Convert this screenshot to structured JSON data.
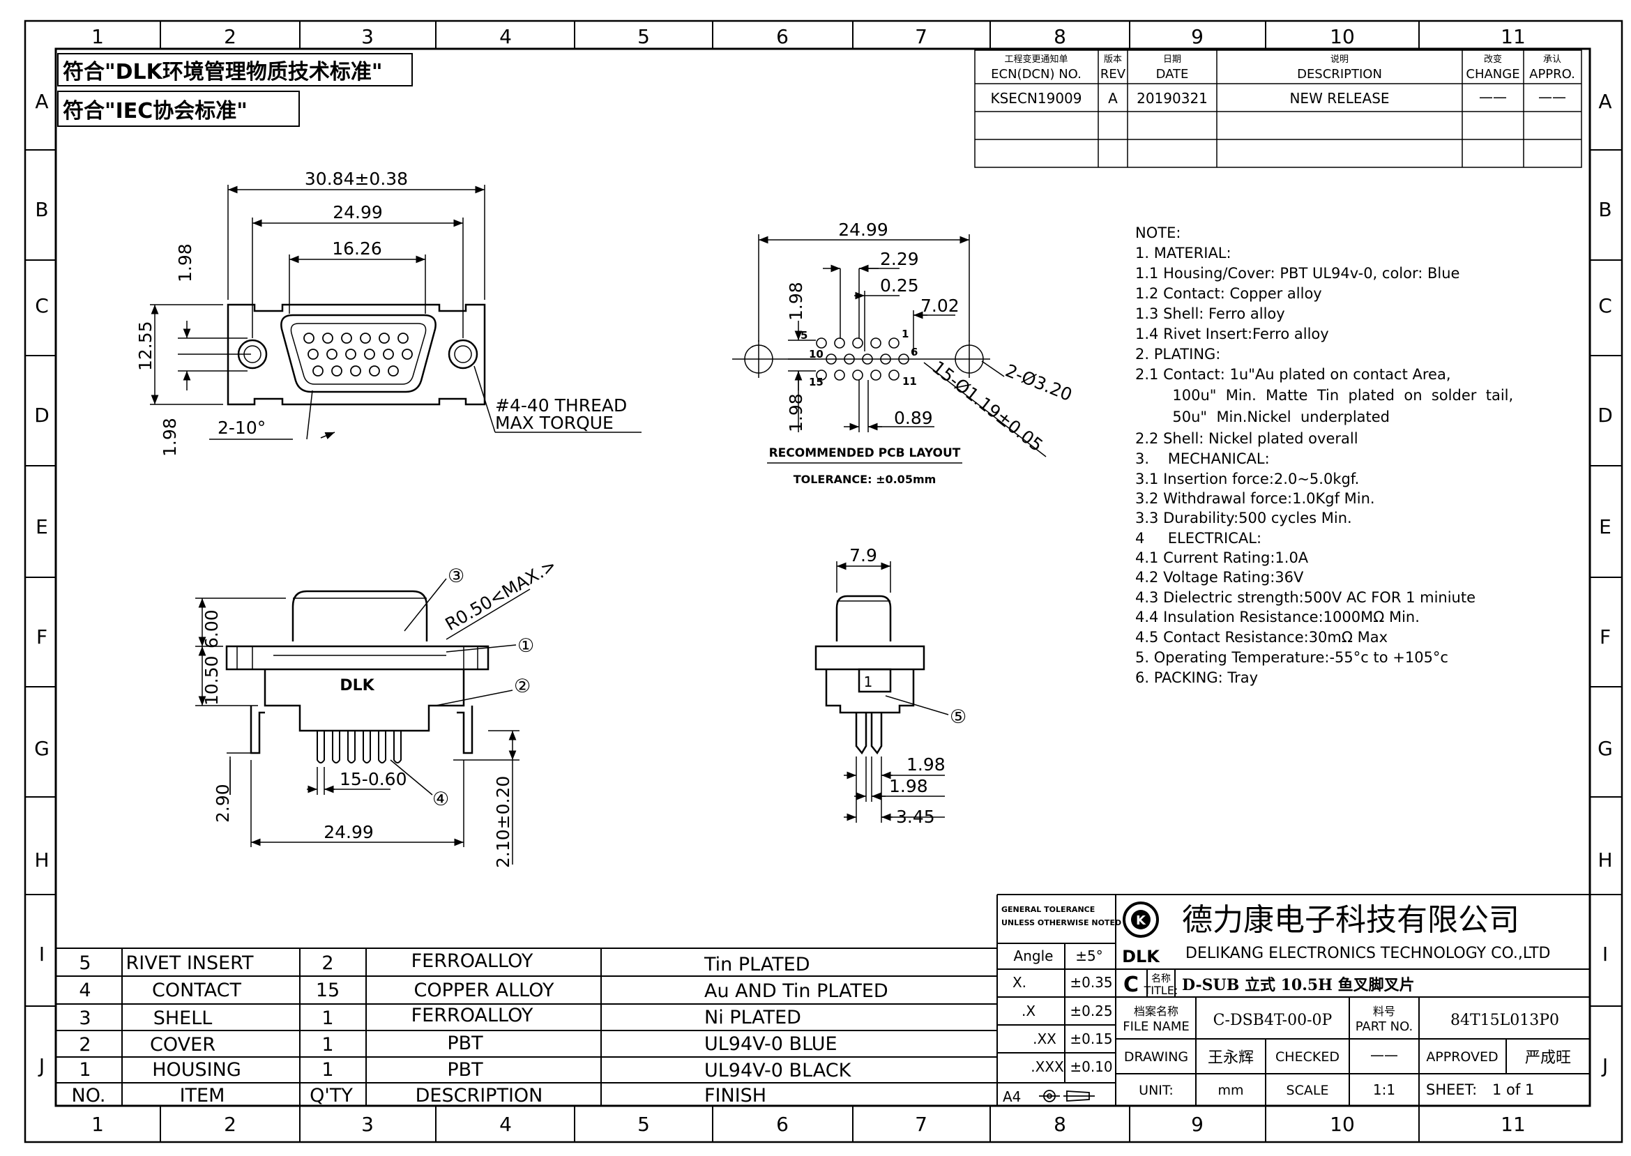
{
  "grid": {
    "columns": [
      "1",
      "2",
      "3",
      "4",
      "5",
      "6",
      "7",
      "8",
      "9",
      "10",
      "11"
    ],
    "rows": [
      "A",
      "B",
      "C",
      "D",
      "E",
      "F",
      "G",
      "H",
      "I",
      "J"
    ]
  },
  "compliance": [
    "符合\"DLK环境管理物质技术标准\"",
    "符合\"IEC协会标准\""
  ],
  "revision": {
    "headers": {
      "ecn_cn": "工程变更通知单",
      "ecn": "ECN(DCN) NO.",
      "rev_cn": "版本",
      "rev": "REV",
      "date_cn": "日期",
      "date": "DATE",
      "desc_cn": "说明",
      "desc": "DESCRIPTION",
      "change_cn": "改变",
      "change": "CHANGE",
      "appro_cn": "承认",
      "appro": "APPRO."
    },
    "row": {
      "ecn": "KSECN19009",
      "rev": "A",
      "date": "20190321",
      "desc": "NEW RELEASE",
      "change": "——",
      "appro": "——"
    }
  },
  "front_view": {
    "dim_overall": "30.84±0.38",
    "dim_mount": "24.99",
    "dim_shell": "16.26",
    "dim_198_top": "1.98",
    "dim_height": "12.55",
    "dim_198_bottom": "1.98",
    "angle": "2-10°",
    "thread": [
      "#4-40 THREAD",
      "MAX TORQUE"
    ]
  },
  "pcb_layout": {
    "dim_width": "24.99",
    "dim_229": "2.29",
    "dim_025": "0.25",
    "dim_702": "7.02",
    "dim_198_a": "1.98",
    "dim_198_b": "1.98",
    "dim_089": "0.89",
    "holes": "15-Ø1.19±0.05",
    "mount": "2-Ø3.20",
    "pins": [
      "5",
      "1",
      "10",
      "6",
      "15",
      "11"
    ],
    "title": "RECOMMENDED PCB LAYOUT",
    "tolerance": "TOLERANCE: ±0.05mm"
  },
  "side_view": {
    "dim_600": "6.00",
    "dim_1050": "10.50",
    "dim_290": "2.90",
    "radius": "R0.50<MAX.>",
    "pitch": "15-0.60",
    "width": "24.99",
    "tail": "2.10±0.20",
    "logo": "DLK",
    "callouts": [
      "①",
      "②",
      "③",
      "④",
      "⑤"
    ]
  },
  "end_view": {
    "dim_79": "7.9",
    "dim_198_a": "1.98",
    "dim_198_b": "1.98",
    "dim_345": "3.45",
    "pin_label": "1"
  },
  "notes": [
    "NOTE:",
    "1.  MATERIAL:",
    "1.1  Housing/Cover:  PBT  UL94v-0,  color:  Blue",
    "1.2  Contact:  Copper  alloy",
    "1.3  Shell:  Ferro  alloy",
    "1.4  Rivet  Insert:Ferro  alloy",
    "2.  PLATING:",
    "2.1  Contact:  1u\"Au  plated  on  contact  Area,",
    "        100u\"  Min.  Matte  Tin  plated  on  solder  tail,",
    "        50u\"  Min.Nickel  underplated",
    "2.2  Shell:  Nickel  plated  overall",
    "3.    MECHANICAL:",
    "3.1  Insertion  force:2.0~5.0kgf.",
    "3.2  Withdrawal  force:1.0Kgf  Min.",
    "3.3  Durability:500  cycles  Min.",
    "4     ELECTRICAL:",
    "4.1  Current  Rating:1.0A",
    "4.2  Voltage  Rating:36V",
    "4.3  Dielectric  strength:500V  AC  FOR  1  miniute",
    "4.4  Insulation  Resistance:1000MΩ  Min.",
    "4.5  Contact  Resistance:30mΩ Max",
    "5.  Operating  Temperature:-55°c  to  +105°c",
    "6.  PACKING:  Tray"
  ],
  "bom": {
    "headers": [
      "NO.",
      "ITEM",
      "Q'TY",
      "DESCRIPTION",
      "FINISH"
    ],
    "rows": [
      [
        "5",
        "RIVET  INSERT",
        "2",
        "FERROALLOY",
        "Tin  PLATED"
      ],
      [
        "4",
        "CONTACT",
        "15",
        "COPPER  ALLOY",
        "Au  AND  Tin  PLATED"
      ],
      [
        "3",
        "SHELL",
        "1",
        "FERROALLOY",
        "Ni  PLATED"
      ],
      [
        "2",
        "COVER",
        "1",
        "PBT",
        "UL94V-0  BLUE"
      ],
      [
        "1",
        "HOUSING",
        "1",
        "PBT",
        "UL94V-0  BLACK"
      ]
    ]
  },
  "tolerance": {
    "header": [
      "GENERAL  TOLERANCE",
      "UNLESS  OTHERWISE  NOTED"
    ],
    "rows": [
      [
        "Angle",
        "±5°"
      ],
      [
        "X.",
        "±0.35"
      ],
      [
        ".X",
        "±0.25"
      ],
      [
        ".XX",
        "±0.15"
      ],
      [
        ".XXX",
        "±0.10"
      ]
    ],
    "size": "A4"
  },
  "title_block": {
    "company_cn": "德力康电子科技有限公司",
    "company_en": "DELIKANG  ELECTRONICS  TECHNOLOGY  CO.,LTD",
    "logo": "DLK",
    "size_letter": "C",
    "title_label_cn": "名称",
    "title_label": "TITLE:",
    "title": "D-SUB  立式  10.5H  鱼叉脚叉片",
    "file_label_cn": "档案名称",
    "file_label": "FILE  NAME",
    "file": "C-DSB4T-00-0P",
    "part_label_cn": "料号",
    "part_label": "PART  NO.",
    "part": "84T15L013P0",
    "drawing_label": "DRAWING",
    "drawing": "王永辉",
    "checked_label": "CHECKED",
    "checked": "——",
    "approved_label": "APPROVED",
    "approved": "严成旺",
    "unit_label": "UNIT:",
    "unit": "mm",
    "scale_label": "SCALE",
    "scale": "1:1",
    "sheet_label": "SHEET:",
    "sheet": "1  of  1"
  }
}
